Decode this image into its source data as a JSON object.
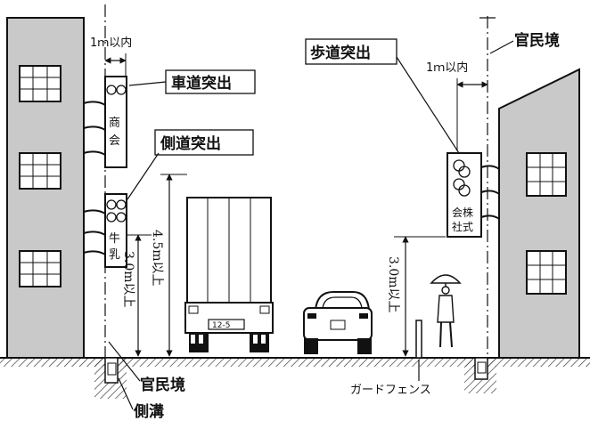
{
  "labels": {
    "width_left": "1ｍ以内",
    "width_right": "1ｍ以内",
    "roadway_projection": "車道突出",
    "side_projection": "側道突出",
    "sidewalk_projection": "歩道突出",
    "boundary_top_right": "官民境",
    "boundary_bottom": "官民境",
    "side_ditch": "側溝",
    "guard_fence": "ガードフェンス",
    "height_45": "4.5m以上",
    "height_30_left": "3.0m以上",
    "height_30_right": "3.0m以上"
  },
  "signs": {
    "shop_line1": "商",
    "shop_line2": "会",
    "milk_line1": "牛",
    "milk_line2": "乳",
    "company_line1": "会株",
    "company_line2": "社式"
  },
  "vehicles": {
    "truck_plate": "12-5"
  },
  "colors": {
    "building_fill": "#c9c9c9",
    "line": "#111111"
  }
}
